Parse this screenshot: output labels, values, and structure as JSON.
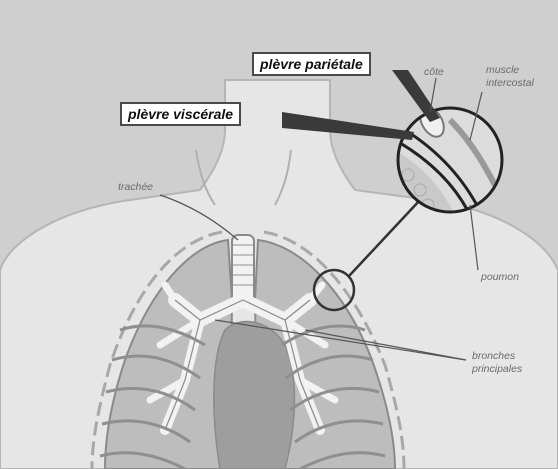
{
  "labels": {
    "plevre_parietale": "plèvre pariétale",
    "plevre_viscerale": "plèvre viscérale",
    "cote": "côte",
    "muscle_intercostal_line1": "muscle",
    "muscle_intercostal_line2": "intercostal",
    "trachee": "trachée",
    "poumon": "poumon",
    "bronches_line1": "bronches",
    "bronches_line2": "principales"
  },
  "colors": {
    "background": "#cfcfcf",
    "body": "#e6e6e6",
    "lung": "#bdbdbd",
    "airway": "#f2f2f2",
    "outline": "#8a8a8a",
    "leader": "#444444"
  }
}
